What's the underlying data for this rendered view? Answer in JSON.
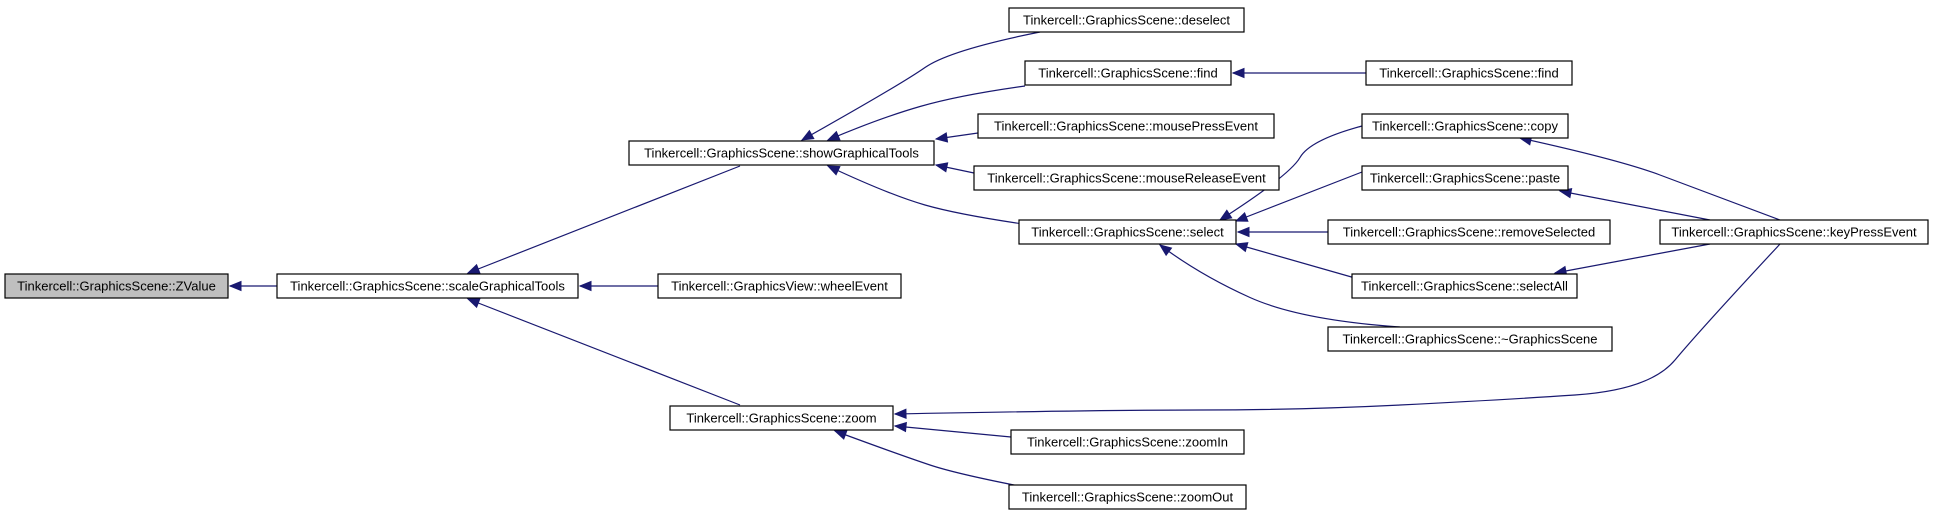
{
  "colors": {
    "edge": "#191970",
    "node_fill": "#ffffff",
    "root_fill": "#bfbfbf",
    "node_border": "#000000"
  },
  "nodes": [
    {
      "id": "zvalue",
      "label": "Tinkercell::GraphicsScene::ZValue",
      "root": true
    },
    {
      "id": "scaleGraphicalTools",
      "label": "Tinkercell::GraphicsScene::scaleGraphicalTools"
    },
    {
      "id": "showGraphicalTools",
      "label": "Tinkercell::GraphicsScene::showGraphicalTools"
    },
    {
      "id": "wheelEvent",
      "label": "Tinkercell::GraphicsView::wheelEvent"
    },
    {
      "id": "zoom",
      "label": "Tinkercell::GraphicsScene::zoom"
    },
    {
      "id": "deselect",
      "label": "Tinkercell::GraphicsScene::deselect"
    },
    {
      "id": "find1",
      "label": "Tinkercell::GraphicsScene::find"
    },
    {
      "id": "mousePressEvent",
      "label": "Tinkercell::GraphicsScene::mousePressEvent"
    },
    {
      "id": "mouseReleaseEvent",
      "label": "Tinkercell::GraphicsScene::mouseReleaseEvent"
    },
    {
      "id": "select",
      "label": "Tinkercell::GraphicsScene::select"
    },
    {
      "id": "find2",
      "label": "Tinkercell::GraphicsScene::find"
    },
    {
      "id": "copy",
      "label": "Tinkercell::GraphicsScene::copy"
    },
    {
      "id": "paste",
      "label": "Tinkercell::GraphicsScene::paste"
    },
    {
      "id": "removeSelected",
      "label": "Tinkercell::GraphicsScene::removeSelected"
    },
    {
      "id": "selectAll",
      "label": "Tinkercell::GraphicsScene::selectAll"
    },
    {
      "id": "destructor",
      "label": "Tinkercell::GraphicsScene::~GraphicsScene"
    },
    {
      "id": "keyPressEvent",
      "label": "Tinkercell::GraphicsScene::keyPressEvent"
    },
    {
      "id": "zoomIn",
      "label": "Tinkercell::GraphicsScene::zoomIn"
    },
    {
      "id": "zoomOut",
      "label": "Tinkercell::GraphicsScene::zoomOut"
    }
  ],
  "edges": [
    {
      "from": "scaleGraphicalTools",
      "to": "zvalue"
    },
    {
      "from": "showGraphicalTools",
      "to": "scaleGraphicalTools"
    },
    {
      "from": "wheelEvent",
      "to": "scaleGraphicalTools"
    },
    {
      "from": "zoom",
      "to": "scaleGraphicalTools"
    },
    {
      "from": "deselect",
      "to": "showGraphicalTools"
    },
    {
      "from": "find1",
      "to": "showGraphicalTools"
    },
    {
      "from": "mousePressEvent",
      "to": "showGraphicalTools"
    },
    {
      "from": "mouseReleaseEvent",
      "to": "showGraphicalTools"
    },
    {
      "from": "select",
      "to": "showGraphicalTools"
    },
    {
      "from": "find2",
      "to": "find1"
    },
    {
      "from": "copy",
      "to": "select"
    },
    {
      "from": "paste",
      "to": "select"
    },
    {
      "from": "removeSelected",
      "to": "select"
    },
    {
      "from": "selectAll",
      "to": "select"
    },
    {
      "from": "destructor",
      "to": "select"
    },
    {
      "from": "keyPressEvent",
      "to": "copy"
    },
    {
      "from": "keyPressEvent",
      "to": "paste"
    },
    {
      "from": "keyPressEvent",
      "to": "selectAll"
    },
    {
      "from": "keyPressEvent",
      "to": "zoom"
    },
    {
      "from": "zoomIn",
      "to": "zoom"
    },
    {
      "from": "zoomOut",
      "to": "zoom"
    }
  ]
}
